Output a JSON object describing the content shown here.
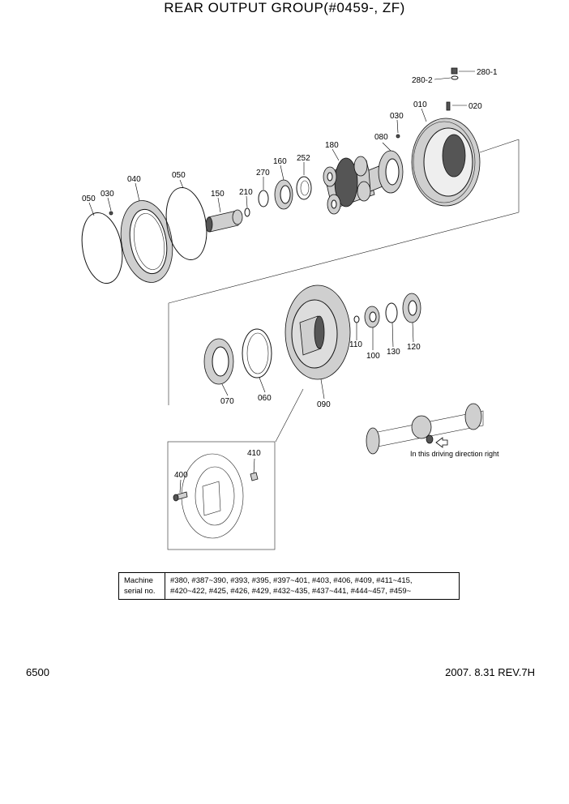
{
  "title": "REAR OUTPUT GROUP(#0459-, ZF)",
  "parts": {
    "p280_1": "280-1",
    "p280_2": "280-2",
    "p020": "020",
    "p010": "010",
    "p030_top": "030",
    "p080": "080",
    "p180": "180",
    "p252": "252",
    "p160": "160",
    "p270": "270",
    "p050_mid": "050",
    "p040": "040",
    "p030_left": "030",
    "p050_left": "050",
    "p150": "150",
    "p210": "210",
    "p110": "110",
    "p100": "100",
    "p130": "130",
    "p120": "120",
    "p070": "070",
    "p060": "060",
    "p090": "090",
    "p410": "410",
    "p400": "400"
  },
  "driving_direction": "In this driving direction right",
  "serial_table": {
    "header_line1": "Machine",
    "header_line2": "serial no.",
    "values_line1": "#380, #387~390, #393, #395, #397~401, #403, #406, #409, #411~415,",
    "values_line2": "#420~422, #425, #426, #429, #432~435, #437~441, #444~457, #459~"
  },
  "footer": {
    "page": "6500",
    "revision": "2007. 8.31  REV.7H"
  }
}
